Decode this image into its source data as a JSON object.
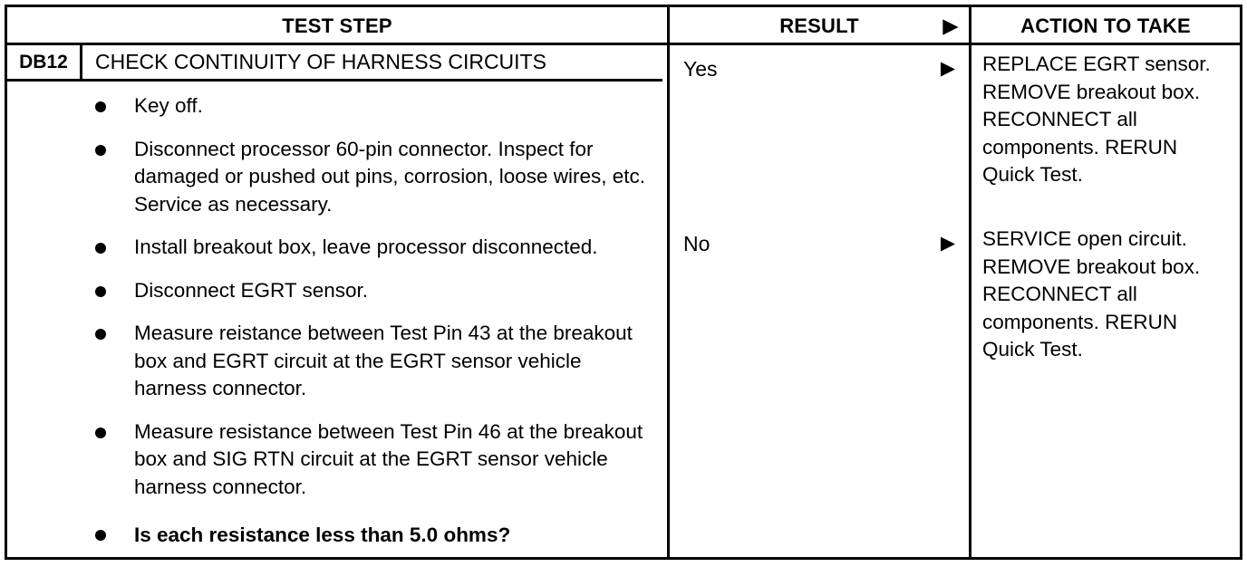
{
  "table": {
    "columns": {
      "test_step": "TEST STEP",
      "result": "RESULT",
      "result_arrow_icon": "triangle-right-icon",
      "action": "ACTION TO TAKE"
    },
    "step": {
      "code": "DB12",
      "title": "CHECK CONTINUITY OF HARNESS CIRCUITS",
      "items": [
        "Key off.",
        "Disconnect processor 60-pin connector. Inspect for damaged or pushed out pins, corrosion, loose wires, etc. Service as necessary.",
        "Install breakout box, leave processor disconnected.",
        "Disconnect EGRT sensor.",
        "Measure reistance between Test Pin 43 at the breakout box and EGRT circuit at the EGRT sensor vehicle harness connector.",
        "Measure resistance between Test Pin 46 at the breakout box and SIG RTN circuit at the EGRT sensor vehicle harness connector.",
        "Is each resistance less than 5.0 ohms?"
      ]
    },
    "branches": [
      {
        "result": "Yes",
        "arrow_icon": "triangle-right-icon",
        "action": "REPLACE EGRT sensor. REMOVE breakout box. RECONNECT all components. RERUN Quick Test."
      },
      {
        "result": "No",
        "arrow_icon": "triangle-right-icon",
        "action": "SERVICE open circuit. REMOVE breakout box. RECONNECT all components. RERUN Quick Test."
      }
    ]
  },
  "glyphs": {
    "triangle_right": "▶"
  },
  "colors": {
    "ink": "#000000",
    "paper": "#ffffff"
  }
}
